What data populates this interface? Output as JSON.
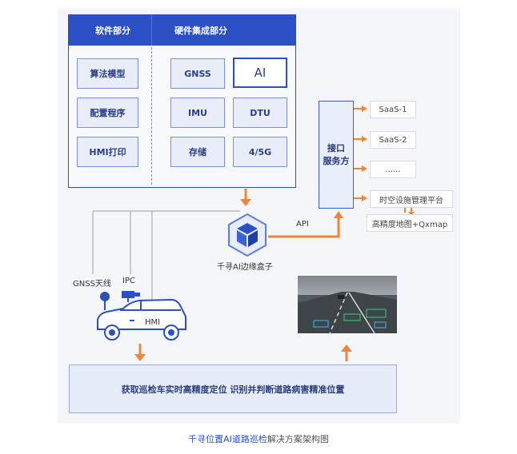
{
  "panel": {
    "software_header": "软件部分",
    "hardware_header": "硬件集成部分",
    "software_items": [
      "算法模型",
      "配置程序",
      "HMI打印"
    ],
    "hardware_items": [
      "GNSS",
      "AI",
      "IMU",
      "DTU",
      "存储",
      "4/5G"
    ]
  },
  "interface": {
    "label_line1": "接口",
    "label_line2": "服务方"
  },
  "services": [
    "SaaS-1",
    "SaaS-2",
    "......",
    "时空设施管理平台",
    "高精度地图+Qxmap"
  ],
  "edge_box": {
    "label": "千寻AI边缘盒子"
  },
  "api_label": "API",
  "vehicle": {
    "gnss_label": "GNSS天线",
    "ipc_label": "IPC",
    "hmi_label": "HMI"
  },
  "bottom_box": {
    "text": "获取巡检车实时高精度定位 识别并判断道路病害精准位置"
  },
  "caption": {
    "part1": "千寻位置AI道路巡检",
    "part2": "解决方案架构图"
  },
  "colors": {
    "brand_blue": "#2b50c5",
    "arrow_orange": "#f0853a",
    "link_gray": "#9aa0a8"
  }
}
